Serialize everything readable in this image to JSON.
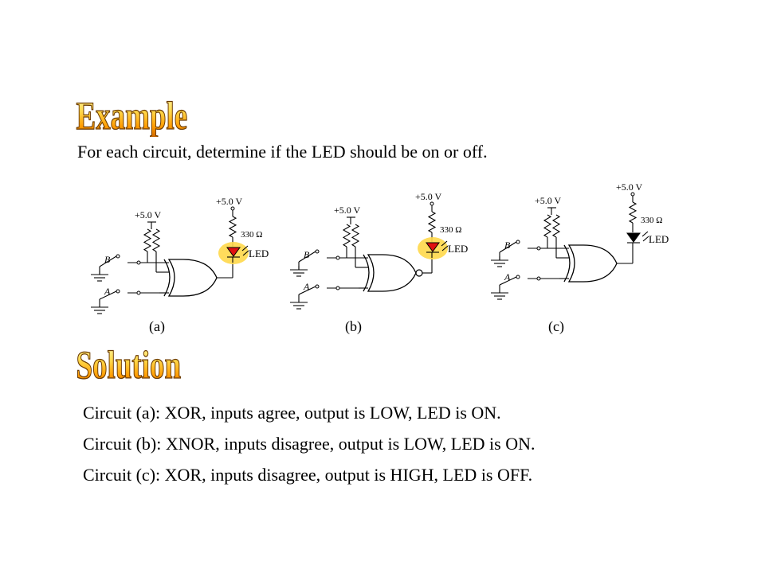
{
  "example": {
    "title": "Example",
    "gradient": [
      "#fff9b0",
      "#ffd84a",
      "#ff9a00",
      "#c96200"
    ],
    "prompt": "For each circuit, determine if the LED should be on or off."
  },
  "circuits": [
    {
      "caption": "(a)",
      "supply_left": "+5.0 V",
      "supply_right": "+5.0 V",
      "resistor": "330 Ω",
      "led_label": "LED",
      "input_b": "B",
      "input_a": "A",
      "gate": "XOR",
      "led_on": true
    },
    {
      "caption": "(b)",
      "supply_left": "+5.0 V",
      "supply_right": "+5.0 V",
      "resistor": "330 Ω",
      "led_label": "LED",
      "input_b": "B",
      "input_a": "A",
      "gate": "XNOR",
      "led_on": true
    },
    {
      "caption": "(c)",
      "supply_left": "+5.0 V",
      "supply_right": "+5.0 V",
      "resistor": "330 Ω",
      "led_label": "LED",
      "input_b": "B",
      "input_a": "A",
      "gate": "XOR",
      "led_on": false
    }
  ],
  "colors": {
    "led_glow": "#ffd84a",
    "led_red": "#e01010"
  },
  "solution": {
    "title": "Solution",
    "lines": [
      "Circuit (a): XOR, inputs agree, output is LOW, LED is ON.",
      "Circuit (b): XNOR, inputs disagree, output is LOW, LED is ON.",
      "Circuit (c): XOR, inputs disagree, output is HIGH, LED is OFF."
    ]
  }
}
